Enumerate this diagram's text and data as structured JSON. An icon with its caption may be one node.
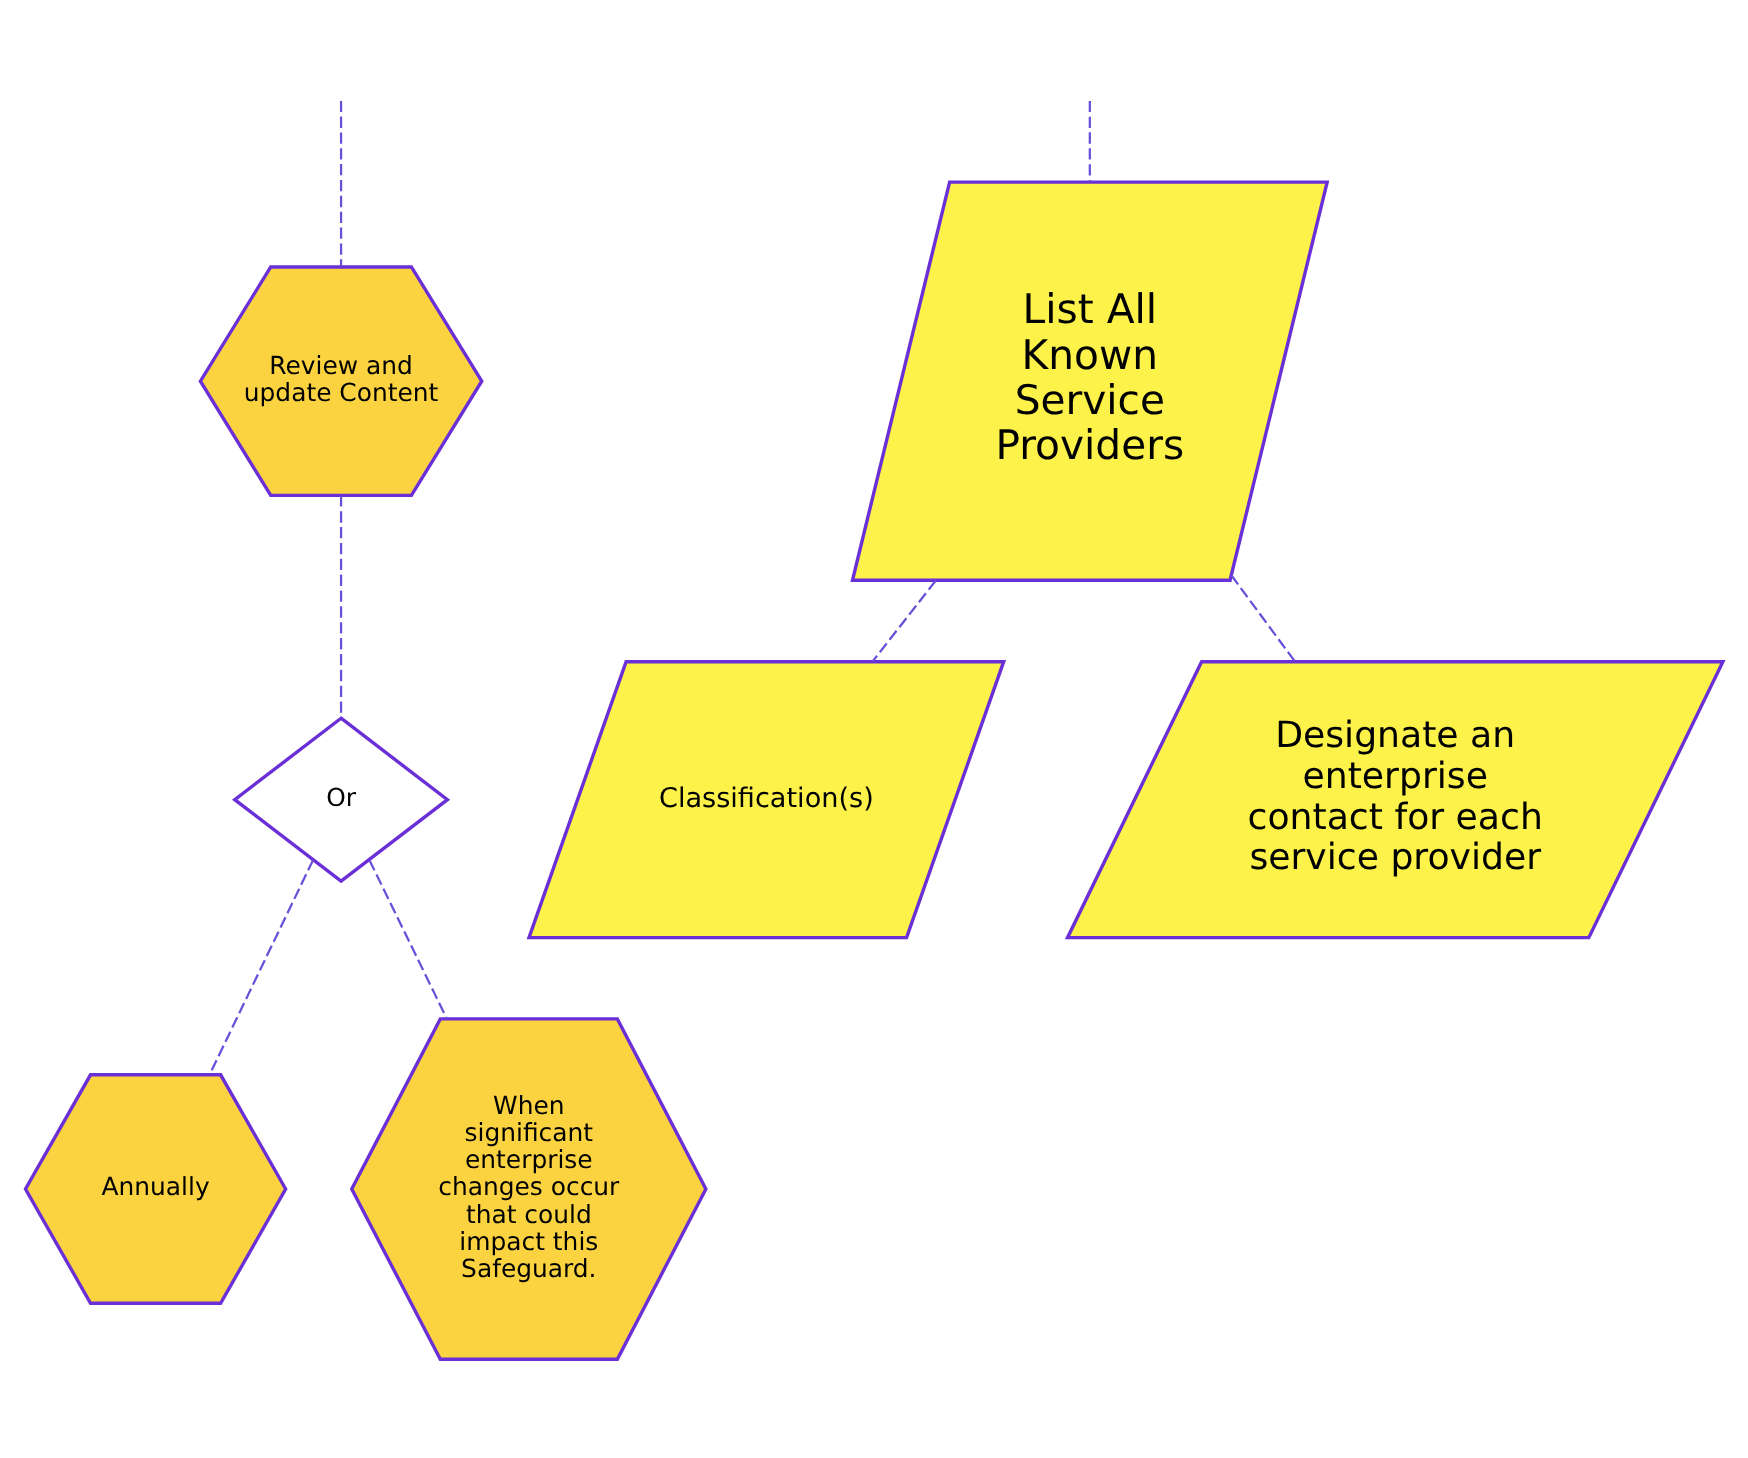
{
  "diagram": {
    "nodes": [
      {
        "text": [
          "Review and update Content"
        ]
      },
      {
        "text": [
          "Or"
        ]
      },
      {
        "text": [
          "Annually"
        ]
      },
      {
        "text": [
          "When significant enterprise changes occur that could impact this Safeguard."
        ]
      },
      {
        "text": [
          "List All Known Service Providers"
        ]
      },
      {
        "text": [
          "Classification(s)"
        ]
      },
      {
        "text": [
          "Designate an enterprise contact for each service provider"
        ]
      }
    ],
    "edges": [
      {
        "from": null,
        "to": 0,
        "arrow": "none",
        "style": "dashed"
      },
      {
        "from": 0,
        "to": 1,
        "arrow": "none",
        "style": "dashed"
      },
      {
        "from": 1,
        "to": 2,
        "arrow": "none",
        "style": "dashed"
      },
      {
        "from": 1,
        "to": 3,
        "arrow": "none",
        "style": "dashed"
      },
      {
        "from": null,
        "to": 4,
        "arrow": "none",
        "style": "dashed"
      },
      {
        "from": 4,
        "to": 5,
        "arrow": "none",
        "style": "dashed"
      },
      {
        "from": 4,
        "to": 6,
        "arrow": "none",
        "style": "dashed"
      }
    ]
  }
}
